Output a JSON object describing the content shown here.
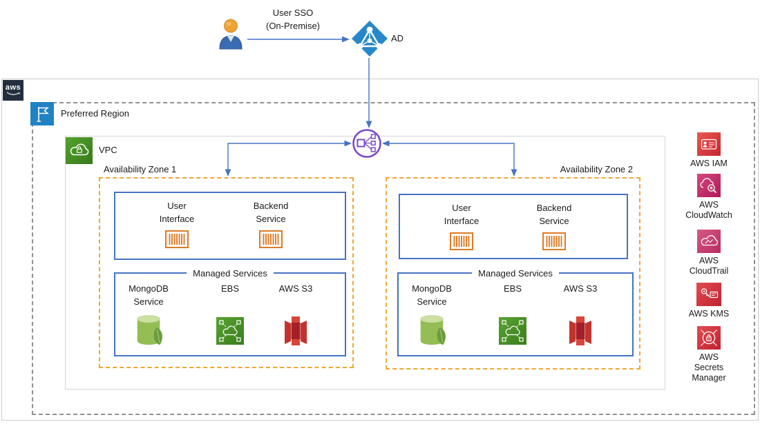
{
  "top": {
    "sso_line1": "User SSO",
    "sso_line2": "(On-Premise)",
    "ad_label": "AD"
  },
  "account": {
    "logo_text": "aws"
  },
  "region": {
    "flag_label": "Preferred Region",
    "vpc_label": "VPC"
  },
  "zones": [
    {
      "label": "Availability Zone 1",
      "services": [
        "User Interface",
        "Backend Service"
      ],
      "managed_title": "Managed Services",
      "managed": [
        "MongoDB Service",
        "EBS",
        "AWS S3"
      ]
    },
    {
      "label": "Availability Zone 2",
      "services": [
        "User Interface",
        "Backend Service"
      ],
      "managed_title": "Managed Services",
      "managed": [
        "MongoDB Service",
        "EBS",
        "AWS S3"
      ]
    }
  ],
  "sidebar": [
    "AWS IAM",
    "AWS CloudWatch",
    "AWS CloudTrail",
    "AWS KMS",
    "AWS Secrets Manager"
  ],
  "icons": {
    "user": "user-icon",
    "active_directory": "ad-icon",
    "load_balancer": "load-balancer-icon",
    "region_flag": "flag-icon",
    "vpc": "vpc-cloud-lock-icon",
    "container": "container-icon",
    "mongodb": "mongodb-leaf-icon",
    "ebs": "ebs-cloud-icon",
    "s3": "s3-bucket-icon",
    "iam": "iam-card-icon",
    "cloudwatch": "cloudwatch-magnifier-icon",
    "cloudtrail": "cloudtrail-cloud-icon",
    "kms": "kms-key-icon",
    "secrets_manager": "secrets-lock-icon"
  },
  "colors": {
    "arrow_blue": "#4472c4",
    "box_blue": "#4472c4",
    "az_dash_orange": "#f0a633",
    "region_dash_gray": "#8e9192",
    "aws_navy": "#232f3e",
    "flag_blue": "#2082c4",
    "vpc_green": "#3f8624",
    "container_orange": "#dd7a23",
    "s3_red": "#c3332e",
    "iam_red": "#d8433f",
    "cloudwatch_pink": "#c43270",
    "kms_red": "#d53c44",
    "ad_blue": "#2787cb",
    "lb_purple": "#7a4bc8"
  }
}
